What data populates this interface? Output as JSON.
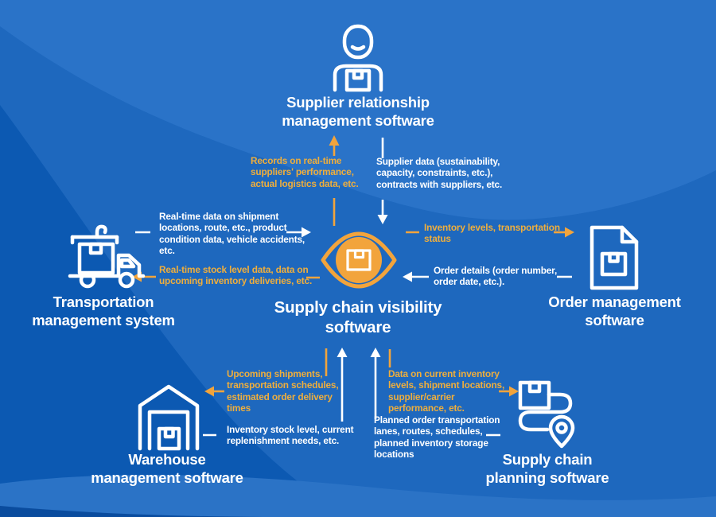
{
  "colors": {
    "background_base": "#1E68BE",
    "background_light": "#2A73C8",
    "background_dark": "#0C59B2",
    "background_navy": "#0A4C9E",
    "accent_orange": "#F2A43C",
    "text_orange": "#EFAE3C",
    "text_white": "#FFFFFF"
  },
  "center": {
    "label": "Supply chain visibility\nsoftware",
    "icon": "eye-box-icon"
  },
  "nodes": {
    "supplier": {
      "label": "Supplier relationship\nmanagement software",
      "icon": "person-icon"
    },
    "transportation": {
      "label": "Transportation\nmanagement system",
      "icon": "truck-icon"
    },
    "order": {
      "label": "Order management\nsoftware",
      "icon": "document-icon"
    },
    "warehouse": {
      "label": "Warehouse\nmanagement software",
      "icon": "warehouse-icon"
    },
    "planning": {
      "label": "Supply chain\nplanning software",
      "icon": "route-pin-icon"
    }
  },
  "flows": {
    "center_to_supplier": {
      "text": "Records on real-time\nsuppliers' performance,\nactual logistics data, etc.",
      "color": "orange",
      "direction": "up"
    },
    "supplier_to_center": {
      "text": "Supplier data (sustainability,\ncapacity, constraints, etc.),\ncontracts with suppliers, etc.",
      "color": "white",
      "direction": "down"
    },
    "transportation_to_center": {
      "text": "Real-time data on shipment\nlocations, route, etc., product\ncondition data, vehicle accidents,\netc.",
      "color": "white",
      "direction": "right"
    },
    "center_to_transportation": {
      "text": "Real-time stock level data, data on\nupcoming inventory deliveries, etc.",
      "color": "orange",
      "direction": "left"
    },
    "center_to_order": {
      "text": "Inventory levels, transportation\nstatus",
      "color": "orange",
      "direction": "right"
    },
    "order_to_center": {
      "text": "Order details (order number,\norder date, etc.).",
      "color": "white",
      "direction": "left"
    },
    "center_to_warehouse": {
      "text": "Upcoming shipments,\ntransportation schedules,\nestimated order delivery\ntimes",
      "color": "orange",
      "direction": "left"
    },
    "warehouse_to_center": {
      "text": "Inventory stock level, current\nreplenishment needs, etc.",
      "color": "white",
      "direction": "up"
    },
    "center_to_planning": {
      "text": "Data on current inventory\nlevels, shipment locations,\nsupplier/carrier\nperformance, etc.",
      "color": "orange",
      "direction": "right"
    },
    "planning_to_center": {
      "text": "Planned order transportation\nlanes, routes, schedules,\nplanned inventory storage\nlocations",
      "color": "white",
      "direction": "up"
    }
  }
}
